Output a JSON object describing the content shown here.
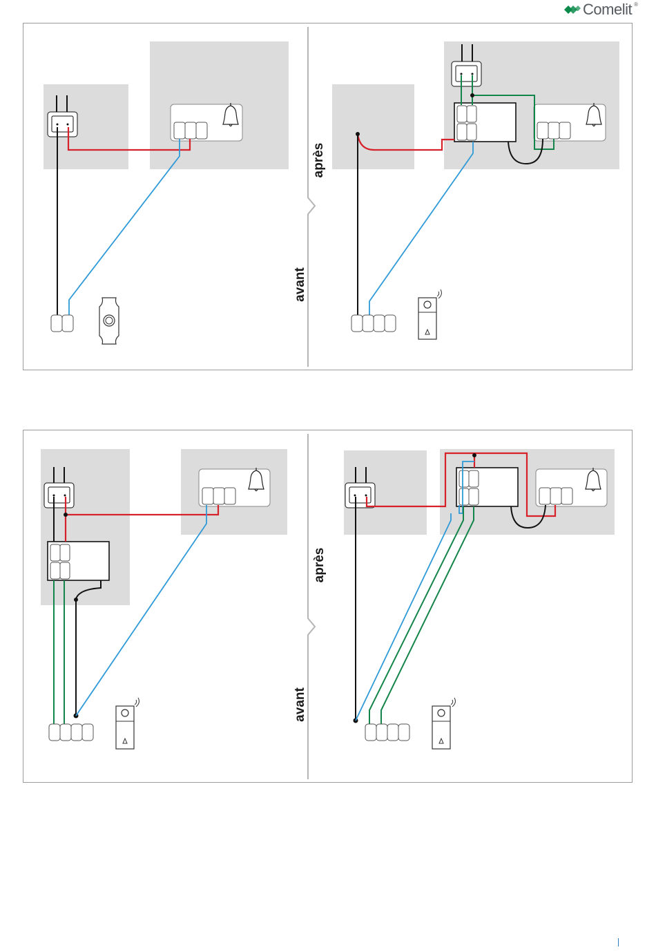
{
  "brand": {
    "name": "Comelit",
    "mark": "®",
    "accent": "#0b8a4a"
  },
  "labels": {
    "after": "après",
    "before": "avant"
  },
  "colors": {
    "room": "#dcdcdc",
    "divider": "#b5b5b5",
    "red": "#d6202a",
    "blue": "#2f9ad8",
    "green": "#14854a",
    "black": "#111111"
  },
  "icons": {
    "bell": "bell-icon",
    "pushbutton": "doorbell-pushbutton-icon",
    "video_doorbell": "video-doorbell-icon",
    "wireless": "wireless-signal-icon"
  }
}
